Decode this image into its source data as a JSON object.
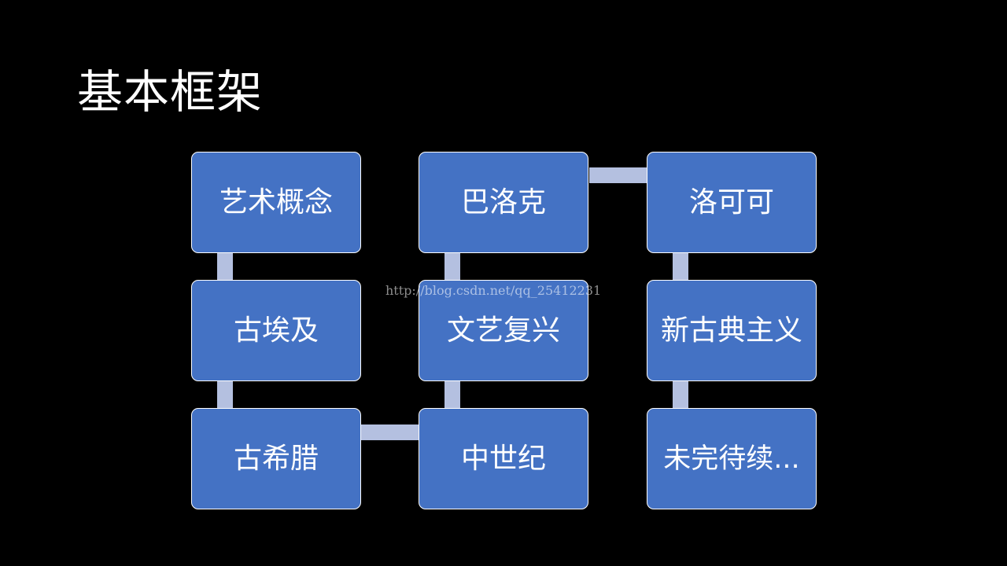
{
  "title": "基本框架",
  "watermark": "http://blog.csdn.net/qq_25412231",
  "nodes": {
    "art_concept": "艺术概念",
    "ancient_egypt": "古埃及",
    "ancient_greece": "古希腊",
    "middle_ages": "中世纪",
    "renaissance": "文艺复兴",
    "baroque": "巴洛克",
    "rococo": "洛可可",
    "neoclassicism": "新古典主义",
    "to_be_continued": "未完待续..."
  },
  "colors": {
    "background": "#000000",
    "node_fill": "#4472c4",
    "node_border": "#ffffff",
    "connector": "#b4c0e0",
    "text": "#ffffff"
  }
}
